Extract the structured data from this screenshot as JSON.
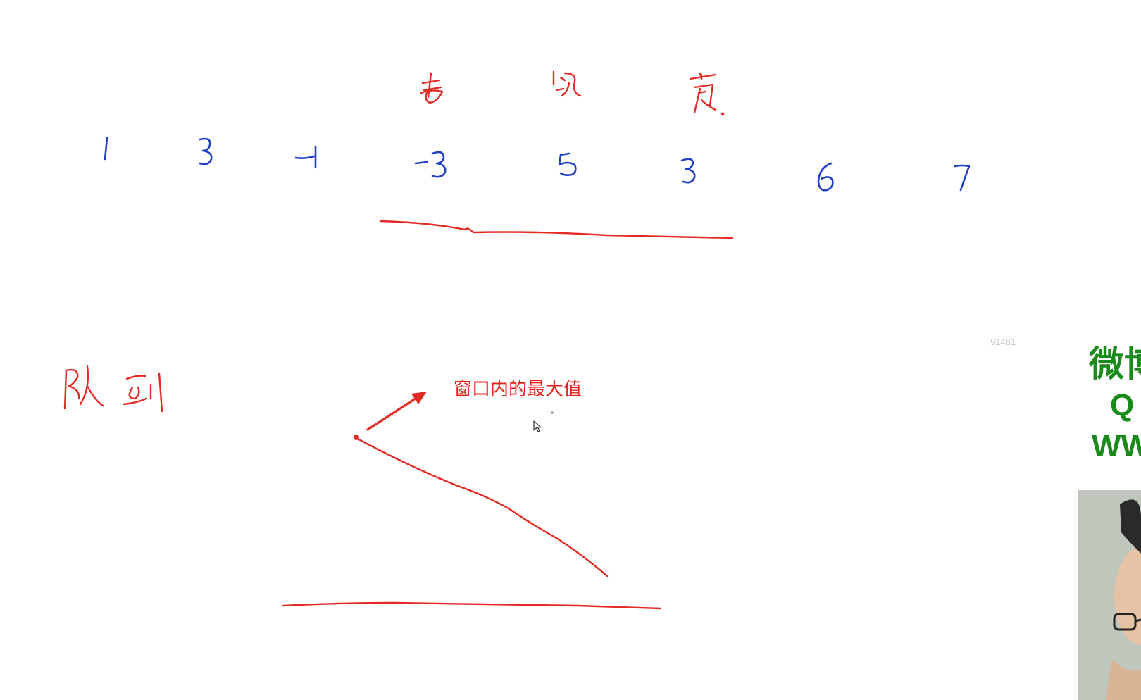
{
  "sequence": {
    "numbers": [
      "1",
      "3",
      "-1",
      "-3",
      "5",
      "3",
      "6",
      "7"
    ],
    "ink_color": "#1f3fc4"
  },
  "window_labels": {
    "symbols": [
      "head-mark",
      "middle-mark",
      "tail-mark"
    ],
    "ink_color": "#e42a24"
  },
  "queue_label": {
    "symbol": "handwritten-queue-glyphs"
  },
  "annotation": {
    "text": "窗口内的最大值",
    "color": "#e8201c"
  },
  "frame_counter": "91461",
  "watermark": {
    "line1": "微博",
    "line2": "Q",
    "line3": "WW",
    "color": "#1a8a1a"
  },
  "webcam": {
    "icon": "presenter-webcam"
  },
  "cursor": {
    "icon": "arrow-cursor-icon"
  }
}
